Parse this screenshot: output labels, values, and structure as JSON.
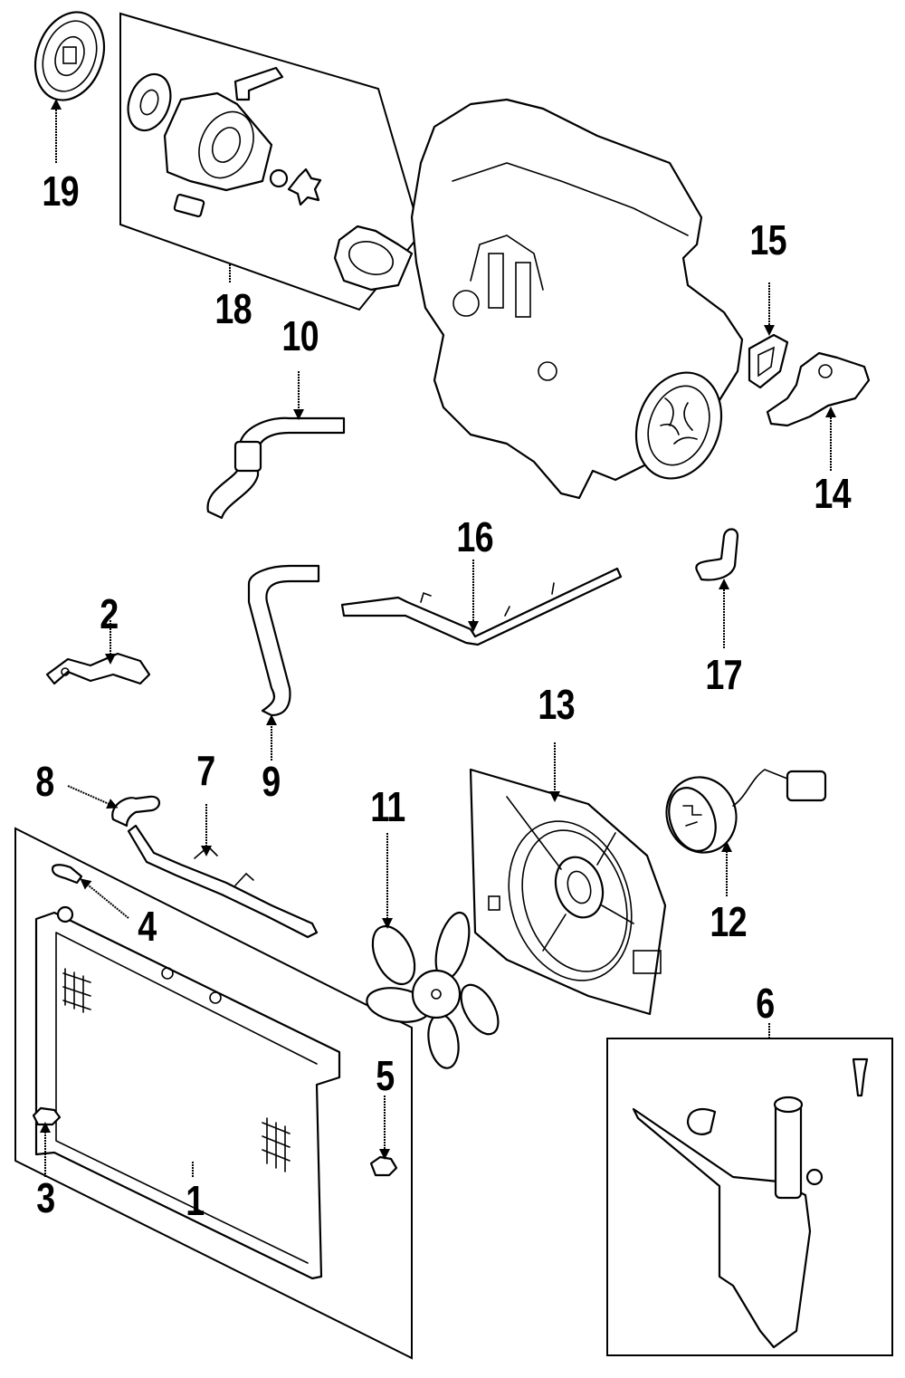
{
  "diagram": {
    "title": "Cooling system components exploded parts diagram",
    "colors": {
      "line": "#000000",
      "background": "#ffffff"
    },
    "callouts": [
      {
        "id": "1",
        "label": "1",
        "part": "radiator-assembly"
      },
      {
        "id": "2",
        "label": "2",
        "part": "bracket"
      },
      {
        "id": "3",
        "label": "3",
        "part": "radiator-mount-insulator"
      },
      {
        "id": "4",
        "label": "4",
        "part": "overflow-hose"
      },
      {
        "id": "5",
        "label": "5",
        "part": "drain-plug"
      },
      {
        "id": "6",
        "label": "6",
        "part": "coolant-reservoir-assembly"
      },
      {
        "id": "7",
        "label": "7",
        "part": "heater-pipe"
      },
      {
        "id": "8",
        "label": "8",
        "part": "bypass-hose"
      },
      {
        "id": "9",
        "label": "9",
        "part": "lower-radiator-hose"
      },
      {
        "id": "10",
        "label": "10",
        "part": "upper-radiator-hose"
      },
      {
        "id": "11",
        "label": "11",
        "part": "fan-blade"
      },
      {
        "id": "12",
        "label": "12",
        "part": "fan-motor"
      },
      {
        "id": "13",
        "label": "13",
        "part": "fan-shroud-assembly"
      },
      {
        "id": "14",
        "label": "14",
        "part": "thermostat-housing"
      },
      {
        "id": "15",
        "label": "15",
        "part": "housing-gasket"
      },
      {
        "id": "16",
        "label": "16",
        "part": "water-pipe"
      },
      {
        "id": "17",
        "label": "17",
        "part": "hose"
      },
      {
        "id": "18",
        "label": "18",
        "part": "water-pump-assembly"
      },
      {
        "id": "19",
        "label": "19",
        "part": "water-pump-pulley"
      }
    ]
  }
}
